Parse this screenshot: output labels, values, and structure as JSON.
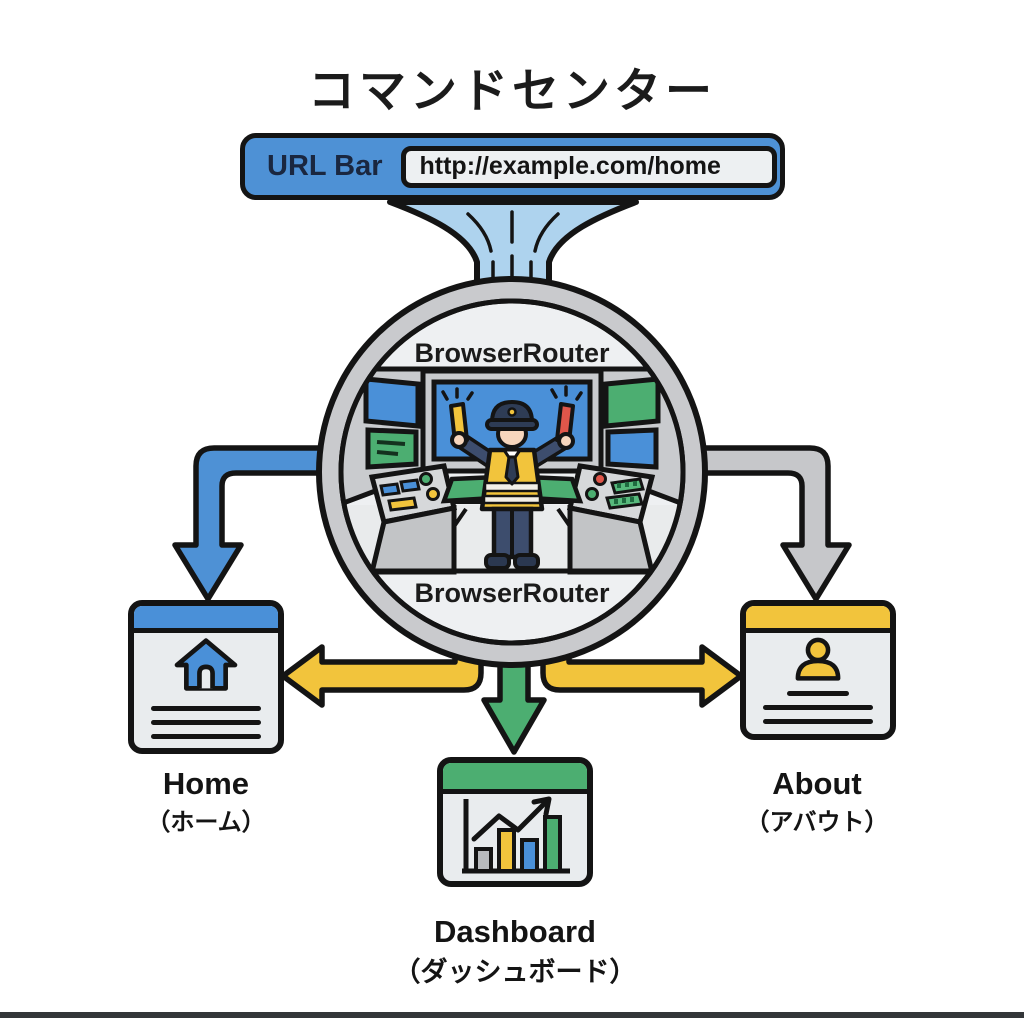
{
  "title": "コマンドセンター",
  "url_bar": {
    "label": "URL Bar",
    "url": "http://example.com/home"
  },
  "router": {
    "label_top": "BrowserRouter",
    "label_bottom": "BrowserRouter"
  },
  "pages": {
    "home": {
      "label": "Home",
      "label_ja": "（ホーム）",
      "icon": "house-icon",
      "accent": "#4a90d8"
    },
    "dashboard": {
      "label": "Dashboard",
      "label_ja": "（ダッシュボード）",
      "icon": "bar-chart-icon",
      "accent": "#4cae71"
    },
    "about": {
      "label": "About",
      "label_ja": "（アバウト）",
      "icon": "user-icon",
      "accent": "#f2c43c"
    }
  },
  "arrows": {
    "url_to_router_color": "#aed3ee",
    "router_to_home_color": "#4e91d5",
    "router_to_about_color": "#c6c7ca",
    "router_to_dashboard_color": "#4cae71",
    "cross_link_color": "#f2c43c"
  },
  "colors": {
    "outline": "#141414",
    "ring_gray": "#c9cacd",
    "inner_fill": "#eef0f2",
    "card_body": "#e9ecee",
    "blue": "#4a90d8",
    "green": "#4cae71",
    "yellow": "#f2c43c",
    "red": "#e0564a",
    "navy": "#3d4d6d",
    "skin": "#f7d6bd"
  }
}
